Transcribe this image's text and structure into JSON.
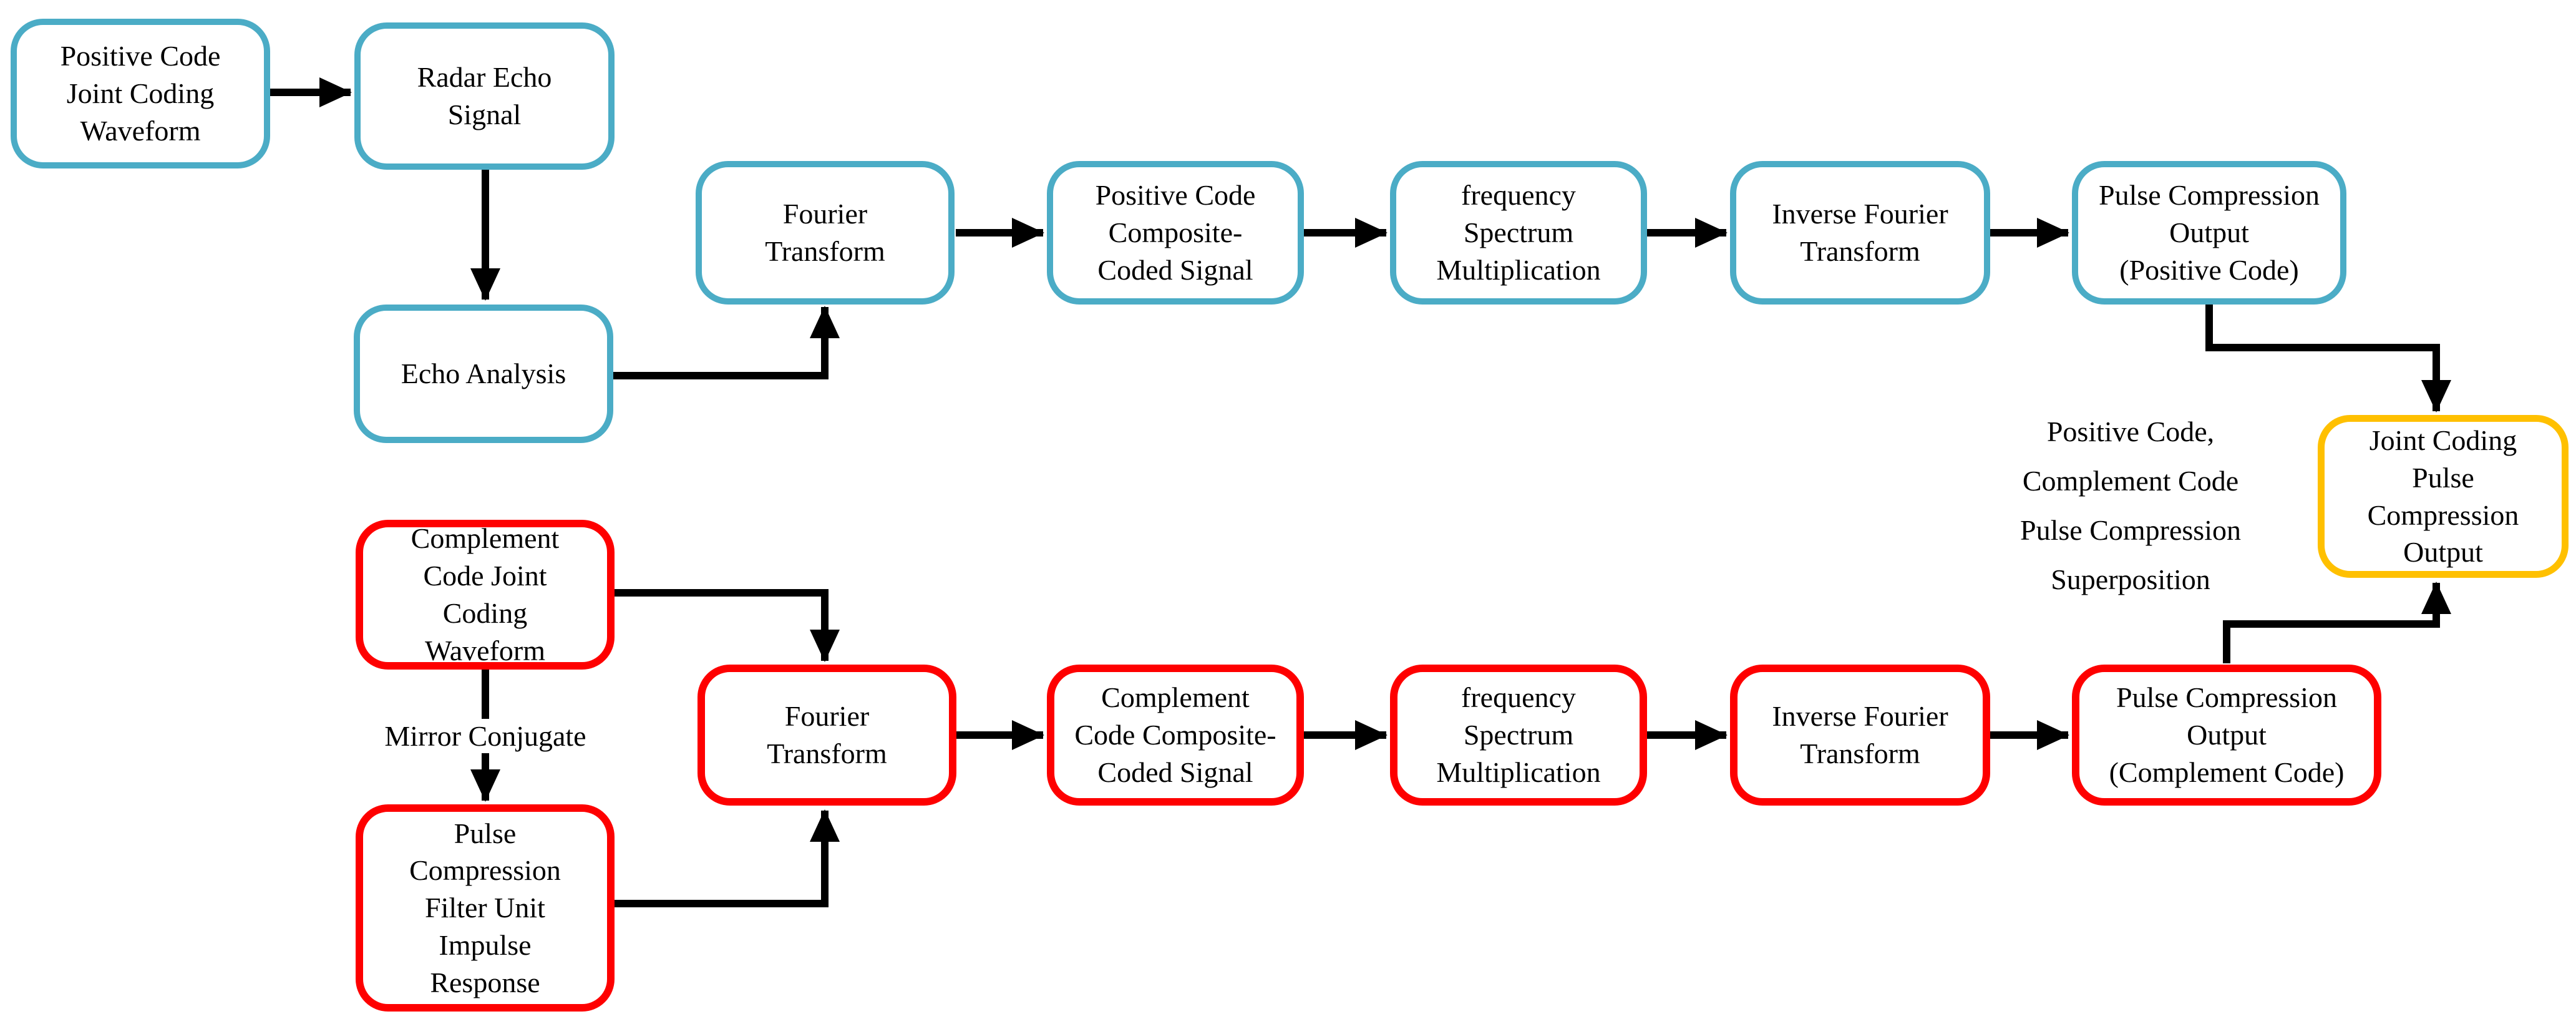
{
  "diagram": {
    "background": "#ffffff",
    "colors": {
      "positive": "#4BACC6",
      "complement": "#FE0000",
      "output": "#FFC000",
      "arrow": "#000000",
      "text": "#000000"
    },
    "nodes": [
      {
        "id": "positive-code-joint-coding-waveform",
        "chain": "positive",
        "label": "Positive Code\nJoint Coding\nWaveform"
      },
      {
        "id": "radar-echo-signal",
        "chain": "positive",
        "label": "Radar Echo\nSignal"
      },
      {
        "id": "echo-analysis",
        "chain": "positive",
        "label": "Echo Analysis"
      },
      {
        "id": "fourier-transform-positive",
        "chain": "positive",
        "label": "Fourier\nTransform"
      },
      {
        "id": "positive-code-composite-coded-signal",
        "chain": "positive",
        "label": "Positive Code\nComposite-\nCoded Signal"
      },
      {
        "id": "frequency-spectrum-multiplication-positive",
        "chain": "positive",
        "label": "frequency\nSpectrum\nMultiplication"
      },
      {
        "id": "inverse-fourier-transform-positive",
        "chain": "positive",
        "label": "Inverse Fourier\nTransform"
      },
      {
        "id": "pulse-compression-output-positive",
        "chain": "positive",
        "label": "Pulse Compression\nOutput\n(Positive Code)"
      },
      {
        "id": "joint-coding-pulse-compression-output",
        "chain": "output",
        "label": "Joint Coding\nPulse\nCompression\nOutput"
      },
      {
        "id": "complement-code-joint-coding-waveform",
        "chain": "complement",
        "label": "Complement\nCode Joint\nCoding\nWaveform"
      },
      {
        "id": "pulse-compression-filter-unit-impulse-response",
        "chain": "complement",
        "label": "Pulse\nCompression\nFilter Unit\nImpulse\nResponse"
      },
      {
        "id": "fourier-transform-complement",
        "chain": "complement",
        "label": "Fourier\nTransform"
      },
      {
        "id": "complement-code-composite-coded-signal",
        "chain": "complement",
        "label": "Complement\nCode Composite-\nCoded Signal"
      },
      {
        "id": "frequency-spectrum-multiplication-complement",
        "chain": "complement",
        "label": "frequency\nSpectrum\nMultiplication"
      },
      {
        "id": "inverse-fourier-transform-complement",
        "chain": "complement",
        "label": "Inverse Fourier\nTransform"
      },
      {
        "id": "pulse-compression-output-complement",
        "chain": "complement",
        "label": "Pulse Compression\nOutput\n(Complement Code)"
      }
    ],
    "annotations": {
      "mirror_conjugate": "Mirror Conjugate",
      "superposition_note": "Positive Code,\nComplement Code\nPulse Compression\nSuperposition"
    }
  }
}
